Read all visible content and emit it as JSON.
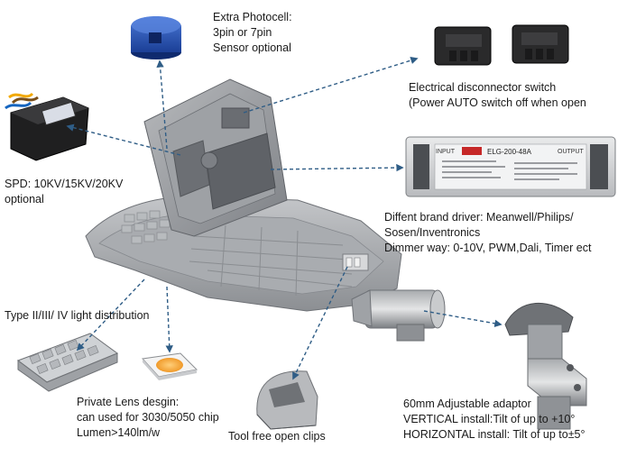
{
  "photocell": {
    "line1": "Extra Photocell:",
    "line2": "3pin or 7pin",
    "line3": "Sensor optional"
  },
  "disconnector": {
    "line1": "Electrical disconnector switch",
    "line2": "(Power AUTO switch off when open"
  },
  "spd": {
    "line1": "SPD: 10KV/15KV/20KV",
    "line2": "optional"
  },
  "driver": {
    "line1": "Diffent brand driver: Meanwell/Philips/",
    "line2": "Sosen/Inventronics",
    "line3": "Dimmer way: 0-10V, PWM,Dali, Timer ect",
    "model": "ELG-200-48A",
    "input_tag": "INPUT",
    "output_tag": "OUTPUT"
  },
  "distribution": {
    "line1": "Type II/III/ IV light distribution"
  },
  "lens": {
    "line1": "Private Lens desgin:",
    "line2": "can used for 3030/5050 chip",
    "line3": "Lumen>140lm/w"
  },
  "clips": {
    "line1": "Tool free open clips"
  },
  "adaptor": {
    "line1": "60mm Adjustable adaptor",
    "line2": "VERTICAL install:Tilt of up to +10°",
    "line3": "HORIZONTAL install: Tilt of up to±5°"
  }
}
